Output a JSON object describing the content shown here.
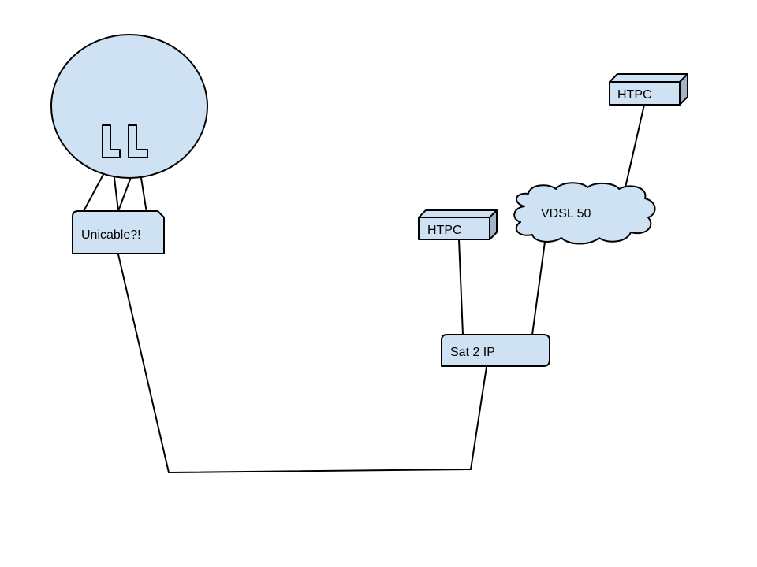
{
  "diagram": {
    "title": "Satellite to IP network setup",
    "colors": {
      "fill": "#cfe2f3",
      "side_fill": "#a4b3c4",
      "stroke": "#000000",
      "background": "#ffffff"
    },
    "nodes": {
      "dish": {
        "label": "",
        "kind": "satellite-dish"
      },
      "lnb_1": {
        "label": "",
        "kind": "lnb"
      },
      "lnb_2": {
        "label": "",
        "kind": "lnb"
      },
      "unicable": {
        "label": "Unicable?!",
        "kind": "device"
      },
      "sat2ip": {
        "label": "Sat 2 IP",
        "kind": "device"
      },
      "htpc_left": {
        "label": "HTPC",
        "kind": "computer"
      },
      "htpc_right": {
        "label": "HTPC",
        "kind": "computer"
      },
      "vdsl": {
        "label": "VDSL 50",
        "kind": "cloud"
      }
    },
    "edges": [
      {
        "from": "lnb_1",
        "to": "unicable"
      },
      {
        "from": "lnb_1",
        "to": "unicable"
      },
      {
        "from": "lnb_2",
        "to": "unicable"
      },
      {
        "from": "lnb_2",
        "to": "unicable"
      },
      {
        "from": "unicable",
        "to": "sat2ip"
      },
      {
        "from": "htpc_left",
        "to": "sat2ip"
      },
      {
        "from": "vdsl",
        "to": "sat2ip"
      },
      {
        "from": "htpc_right",
        "to": "vdsl"
      }
    ]
  }
}
